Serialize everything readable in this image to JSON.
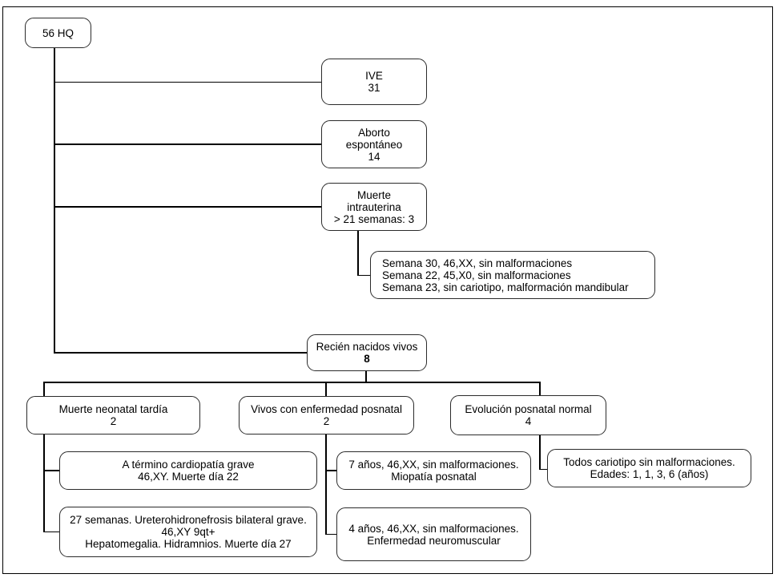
{
  "figure": {
    "type": "flowchart",
    "language": "es",
    "colors": {
      "background": "#ffffff",
      "border": "#2b2b2b",
      "connector": "#000000",
      "text": "#000000"
    }
  },
  "nodes": {
    "root": {
      "lines": [
        "56 HQ"
      ]
    },
    "ive": {
      "lines": [
        "IVE",
        "31"
      ]
    },
    "aborto_espontaneo": {
      "lines": [
        "Aborto",
        "espontáneo",
        "14"
      ]
    },
    "muerte_intrauterina": {
      "lines": [
        "Muerte",
        "intrauterina",
        "> 21 semanas: 3"
      ]
    },
    "muerte_intrauterina_detalle": {
      "lines": [
        "Semana 30, 46,XX, sin malformaciones",
        "Semana 22, 45,X0, sin malformaciones",
        "Semana 23, sin cariotipo, malformación mandibular"
      ]
    },
    "recien_nacidos_vivos": {
      "title": "Recién nacidos vivos",
      "count": "8"
    },
    "muerte_neonatal_tardia": {
      "lines": [
        "Muerte neonatal tardía",
        "2"
      ]
    },
    "vivos_enfermedad_posnatal": {
      "lines": [
        "Vivos con enfermedad posnatal",
        "2"
      ]
    },
    "evolucion_posnatal_normal": {
      "lines": [
        "Evolución posnatal normal",
        "4"
      ]
    },
    "cardiopatia_grave": {
      "lines": [
        "A término cardiopatía grave",
        "46,XY. Muerte día 22"
      ]
    },
    "ureterohidronefrosis": {
      "lines": [
        "27 semanas. Ureterohidronefrosis bilateral grave.",
        "46,XY 9qt+",
        "Hepatomegalia. Hidramnios. Muerte día 27"
      ]
    },
    "miopatia_posnatal": {
      "lines": [
        "7 años, 46,XX, sin malformaciones.",
        "Miopatía posnatal"
      ]
    },
    "enfermedad_neuromuscular": {
      "lines": [
        "4 años, 46,XX, sin malformaciones.",
        "Enfermedad neuromuscular"
      ]
    },
    "todos_cariotipo": {
      "lines": [
        "Todos cariotipo sin malformaciones.",
        "Edades: 1, 1, 3, 6 (años)"
      ]
    }
  }
}
